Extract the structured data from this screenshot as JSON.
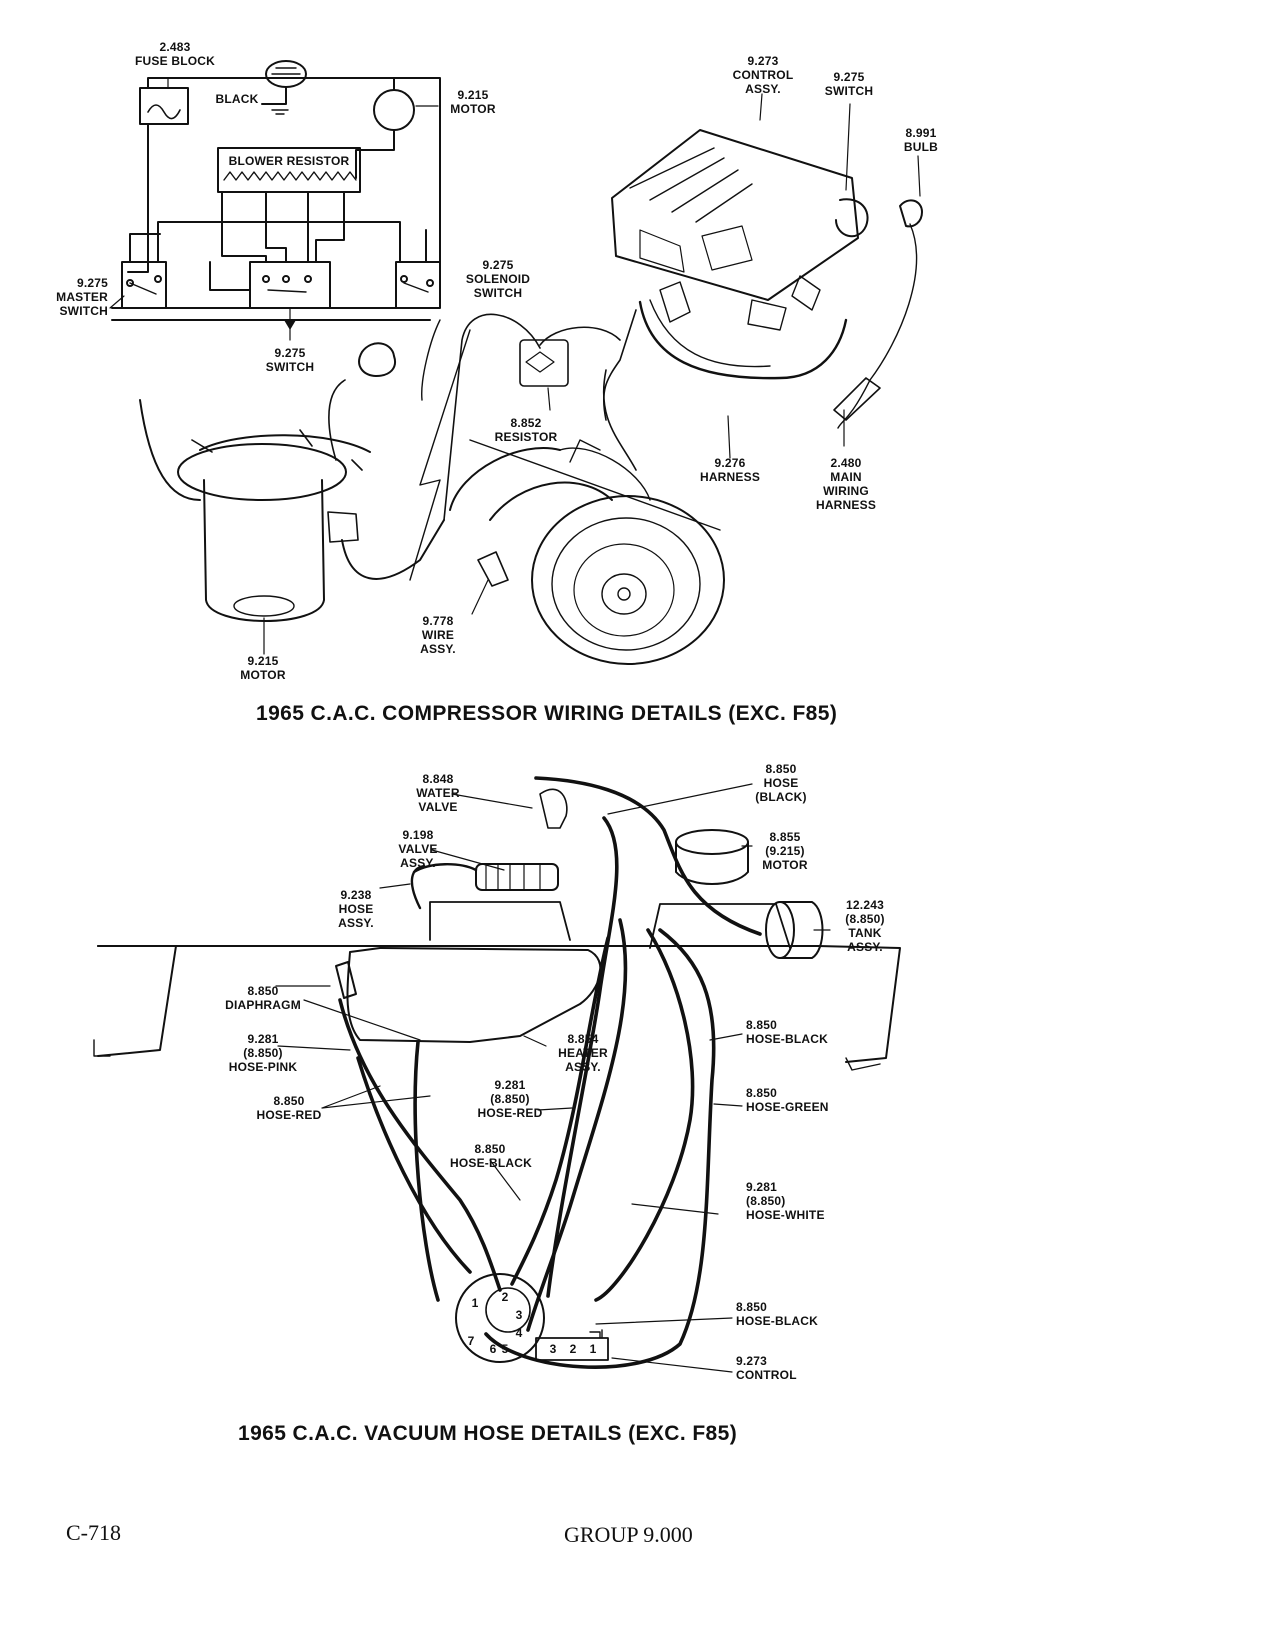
{
  "wiring_diagram": {
    "caption": "1965 C.A.C. COMPRESSOR WIRING DETAILS (EXC. F85)",
    "labels": {
      "fuse_block": [
        "2.483",
        "FUSE BLOCK"
      ],
      "black": [
        "BLACK"
      ],
      "motor_top": [
        "9.215",
        "MOTOR"
      ],
      "blower_resistor": [
        "BLOWER RESISTOR"
      ],
      "master_switch": [
        "9.275",
        "MASTER",
        "SWITCH"
      ],
      "solenoid_switch": [
        "9.275",
        "SOLENOID",
        "SWITCH"
      ],
      "switch_bottom": [
        "9.275",
        "SWITCH"
      ],
      "control_assy": [
        "9.273",
        "CONTROL",
        "ASSY."
      ],
      "switch_top": [
        "9.275",
        "SWITCH"
      ],
      "bulb": [
        "8.991",
        "BULB"
      ],
      "resistor": [
        "8.852",
        "RESISTOR"
      ],
      "harness": [
        "9.276",
        "HARNESS"
      ],
      "main_wiring_harness": [
        "2.480",
        "MAIN",
        "WIRING",
        "HARNESS"
      ],
      "wire_assy": [
        "9.778",
        "WIRE",
        "ASSY."
      ],
      "motor_bottom": [
        "9.215",
        "MOTOR"
      ]
    }
  },
  "vacuum_diagram": {
    "caption": "1965 C.A.C. VACUUM HOSE DETAILS (EXC. F85)",
    "labels": {
      "water_valve": [
        "8.848",
        "WATER",
        "VALVE"
      ],
      "hose_black_top": [
        "8.850",
        "HOSE",
        "(BLACK)"
      ],
      "valve_assy": [
        "9.198",
        "VALVE",
        "ASSY."
      ],
      "motor": [
        "8.855",
        "(9.215)",
        "MOTOR"
      ],
      "hose_assy": [
        "9.238",
        "HOSE",
        "ASSY."
      ],
      "tank_assy": [
        "12.243",
        "(8.850)",
        "TANK",
        "ASSY."
      ],
      "diaphragm": [
        "8.850",
        "DIAPHRAGM"
      ],
      "hose_pink": [
        "9.281",
        "(8.850)",
        "HOSE-PINK"
      ],
      "heater_assy": [
        "8.854",
        "HEATER",
        "ASSY."
      ],
      "hose_black_right": [
        "8.850",
        "HOSE-BLACK"
      ],
      "hose_red_left": [
        "8.850",
        "HOSE-RED"
      ],
      "hose_red_mid": [
        "9.281",
        "(8.850)",
        "HOSE-RED"
      ],
      "hose_green": [
        "8.850",
        "HOSE-GREEN"
      ],
      "hose_black_mid": [
        "8.850",
        "HOSE-BLACK"
      ],
      "hose_white": [
        "9.281",
        "(8.850)",
        "HOSE-WHITE"
      ],
      "hose_black_low": [
        "8.850",
        "HOSE-BLACK"
      ],
      "control": [
        "9.273",
        "CONTROL"
      ]
    },
    "port_numbers": [
      "1",
      "2",
      "3",
      "4",
      "5",
      "6",
      "7"
    ],
    "control_ports": [
      "3",
      "2",
      "1"
    ]
  },
  "footer": {
    "page_number": "C-718",
    "group": "GROUP 9.000"
  }
}
